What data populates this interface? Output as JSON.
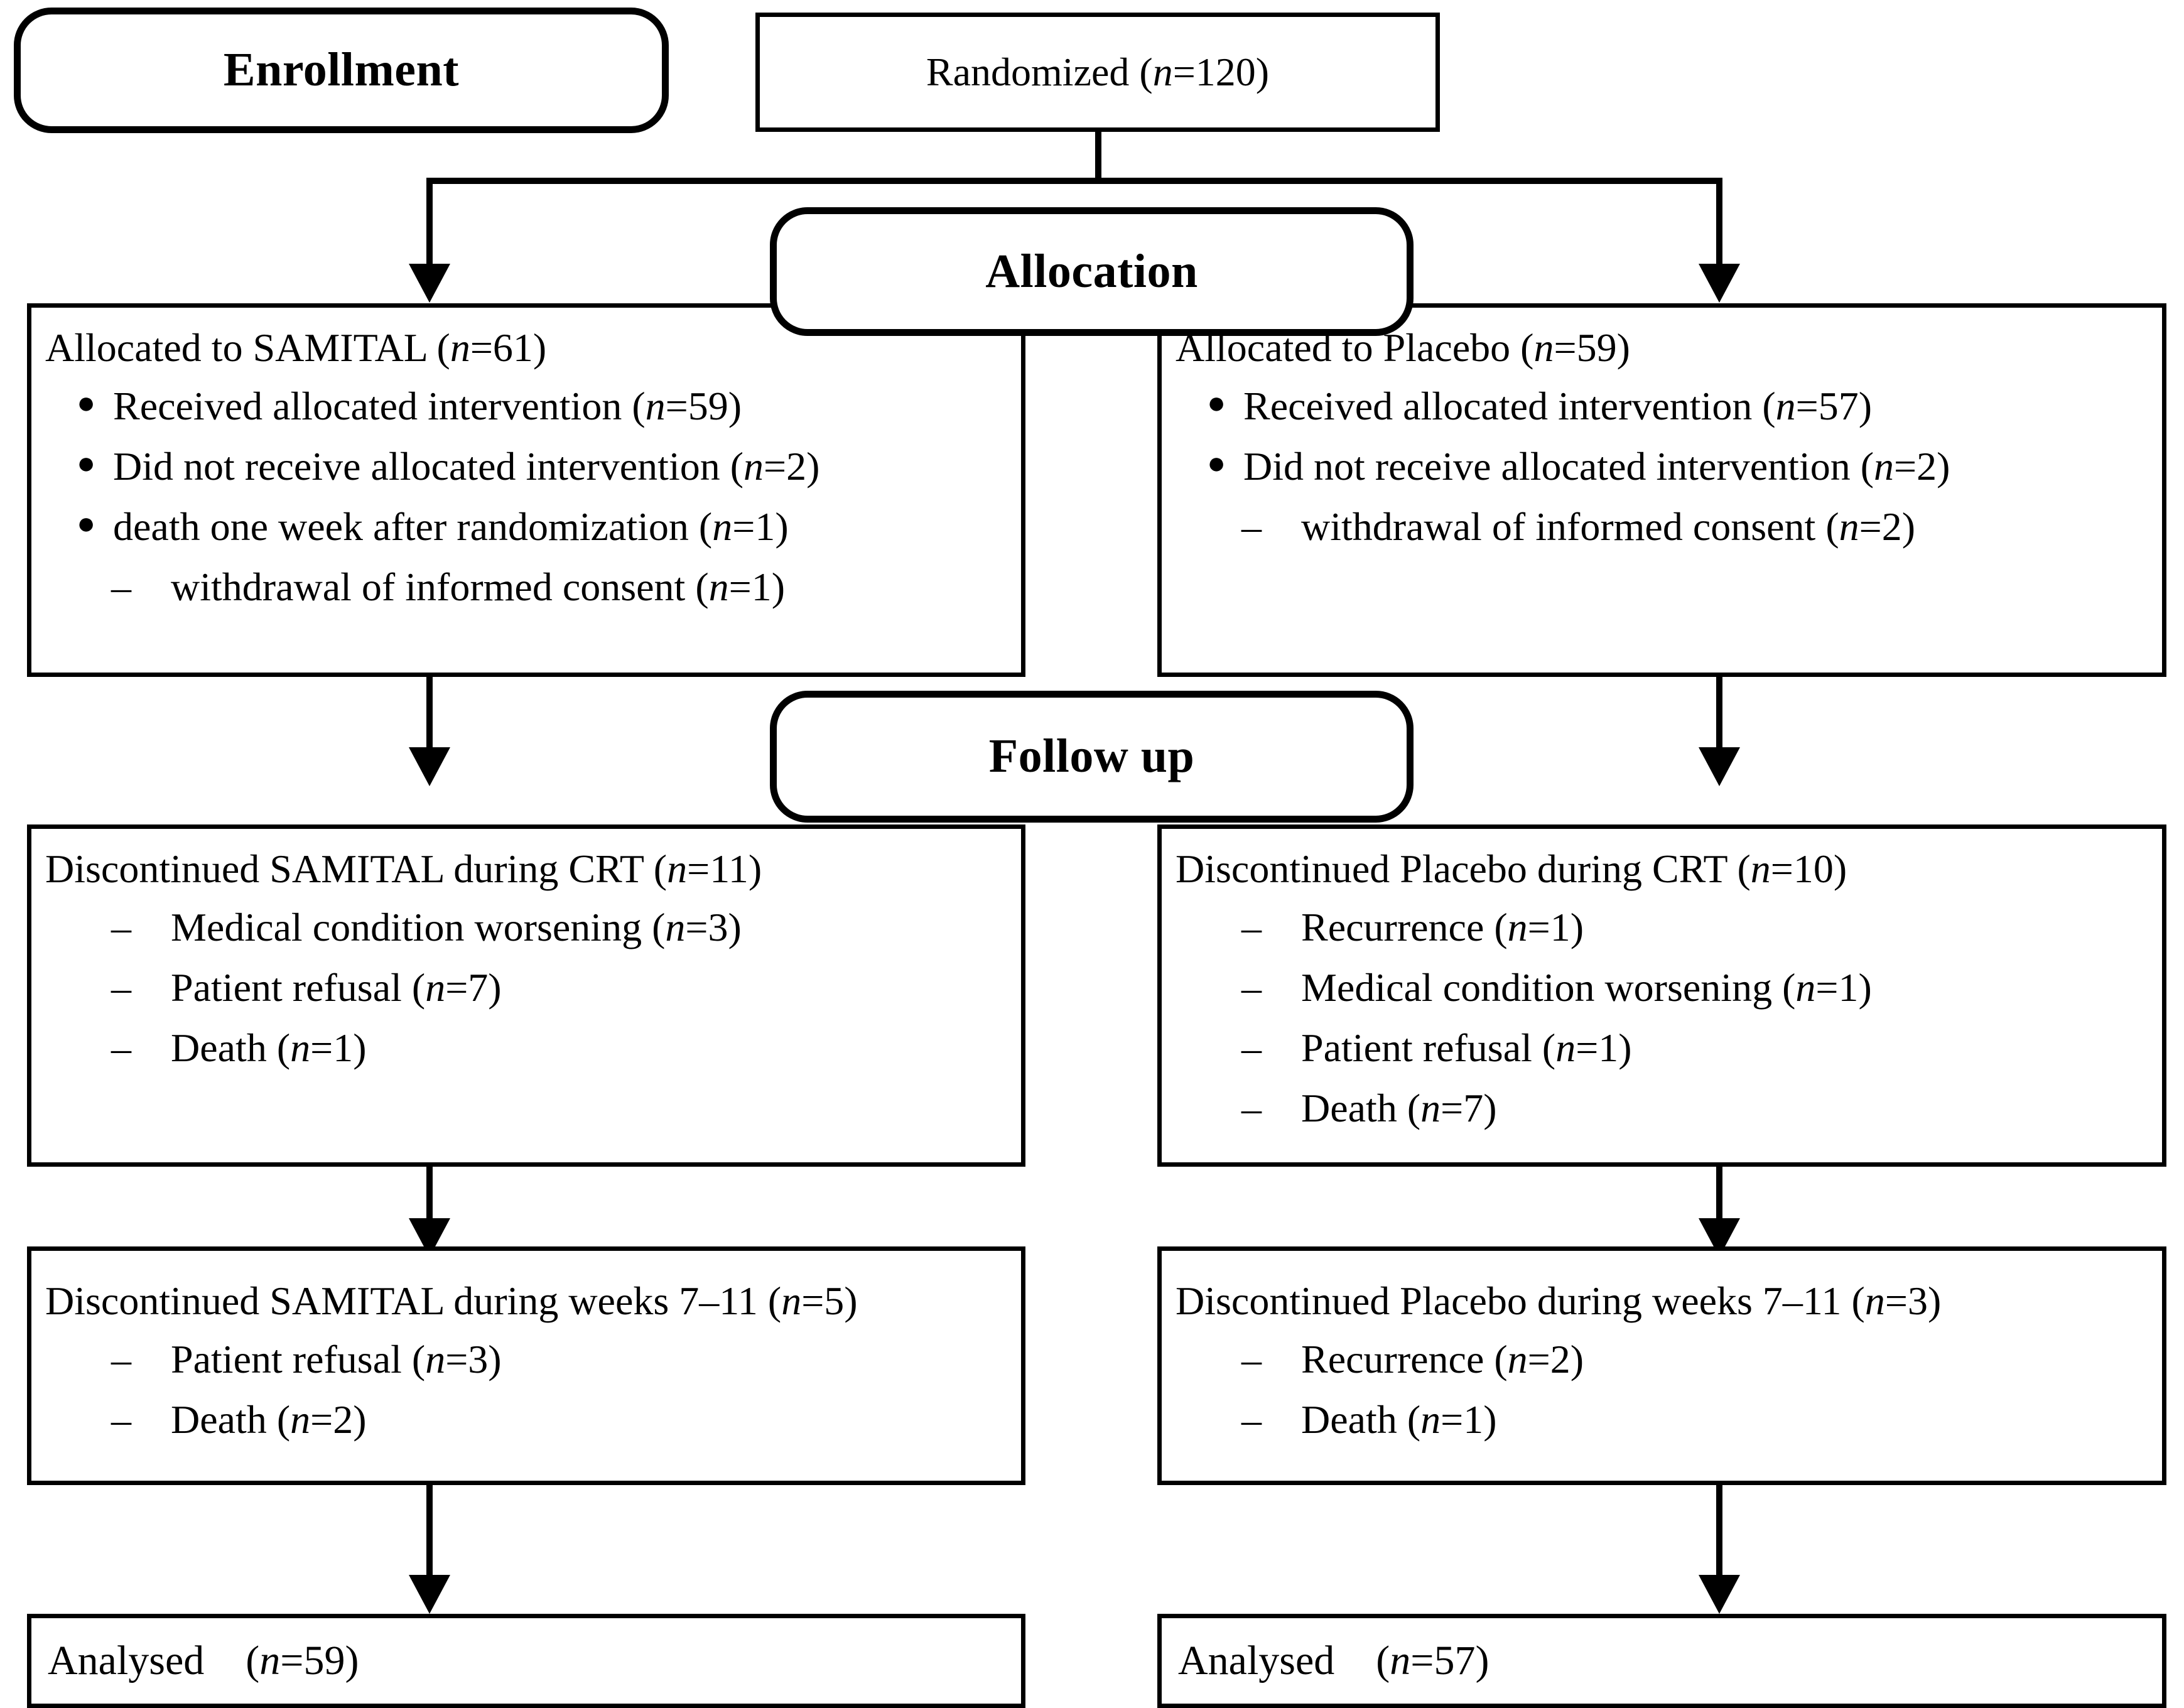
{
  "diagram": {
    "type": "consort-flow-diagram",
    "title_hidden": "CONSORT participant flow"
  },
  "stages": {
    "enrollment": "Enrollment",
    "allocation": "Allocation",
    "followup": "Follow up"
  },
  "randomized": {
    "label_prefix": "Randomized (",
    "n_italic": "n",
    "label_suffix": "=120)",
    "full": "Randomized (n=120)",
    "value": 120
  },
  "arms": {
    "left": {
      "name": "SAMITAL",
      "allocation": {
        "headline_prefix": "Allocated to SAMITAL (",
        "headline_suffix": "=61)",
        "n": 61,
        "items": [
          {
            "level": 1,
            "text_prefix": "Received allocated intervention (",
            "text_suffix": "=59)",
            "n": 59
          },
          {
            "level": 1,
            "text_prefix": "Did not receive allocated intervention (",
            "text_suffix": "=2)",
            "n": 2
          },
          {
            "level": 1,
            "text_prefix": "death one week after randomization (",
            "text_suffix": "=1)",
            "n": 1
          },
          {
            "level": 2,
            "text_prefix": "withdrawal of informed consent (",
            "text_suffix": "=1)",
            "n": 1
          }
        ]
      },
      "discontinued_crt": {
        "headline_prefix": "Discontinued SAMITAL during CRT (",
        "headline_suffix": "=11)",
        "n": 11,
        "items": [
          {
            "level": 2,
            "text_prefix": "Medical condition worsening (",
            "text_suffix": "=3)",
            "n": 3
          },
          {
            "level": 2,
            "text_prefix": "Patient refusal (",
            "text_suffix": "=7)",
            "n": 7
          },
          {
            "level": 2,
            "text_prefix": "Death (",
            "text_suffix": "=1)",
            "n": 1
          }
        ]
      },
      "discontinued_weeks": {
        "headline_prefix": "Discontinued SAMITAL during weeks 7–11 (",
        "headline_suffix": "=5)",
        "n": 5,
        "items": [
          {
            "level": 2,
            "text_prefix": "Patient refusal (",
            "text_suffix": "=3)",
            "n": 3
          },
          {
            "level": 2,
            "text_prefix": "Death (",
            "text_suffix": "=2)",
            "n": 2
          }
        ]
      },
      "analysed": {
        "prefix": "Analysed    (",
        "suffix": "=59)",
        "n": 59,
        "full": "Analysed    (n=59)"
      }
    },
    "right": {
      "name": "Placebo",
      "allocation": {
        "headline_prefix": "Allocated to Placebo (",
        "headline_suffix": "=59)",
        "n": 59,
        "items": [
          {
            "level": 1,
            "text_prefix": "Received allocated intervention (",
            "text_suffix": "=57)",
            "n": 57
          },
          {
            "level": 1,
            "text_prefix": "Did not receive allocated intervention (",
            "text_suffix": "=2)",
            "n": 2
          },
          {
            "level": 2,
            "text_prefix": "withdrawal of informed consent (",
            "text_suffix": "=2)",
            "n": 2
          }
        ]
      },
      "discontinued_crt": {
        "headline_prefix": "Discontinued Placebo during CRT (",
        "headline_suffix": "=10)",
        "n": 10,
        "items": [
          {
            "level": 2,
            "text_prefix": "Recurrence (",
            "text_suffix": "=1)",
            "n": 1
          },
          {
            "level": 2,
            "text_prefix": "Medical condition worsening (",
            "text_suffix": "=1)",
            "n": 1
          },
          {
            "level": 2,
            "text_prefix": "Patient refusal (",
            "text_suffix": "=1)",
            "n": 1
          },
          {
            "level": 2,
            "text_prefix": "Death (",
            "text_suffix": "=7)",
            "n": 7
          }
        ]
      },
      "discontinued_weeks": {
        "headline_prefix": "Discontinued Placebo during weeks 7–11 (",
        "headline_suffix": "=3)",
        "n": 3,
        "items": [
          {
            "level": 2,
            "text_prefix": "Recurrence (",
            "text_suffix": "=2)",
            "n": 2
          },
          {
            "level": 2,
            "text_prefix": "Death (",
            "text_suffix": "=1)",
            "n": 1
          }
        ]
      },
      "analysed": {
        "prefix": "Analysed    (",
        "suffix": "=57)",
        "n": 57,
        "full": "Analysed    (n=57)"
      }
    }
  },
  "glyphs": {
    "bullet": "●",
    "dash": "–",
    "italic_n": "n"
  },
  "colors": {
    "stroke": "#000000",
    "background": "#ffffff"
  }
}
